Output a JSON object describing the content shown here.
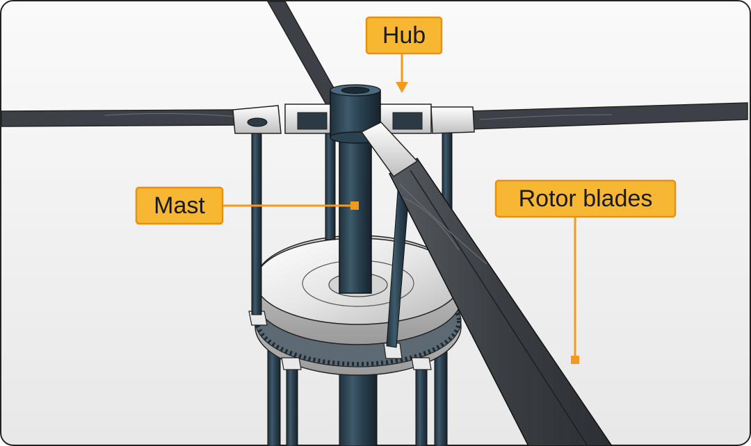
{
  "labels": {
    "hub": "Hub",
    "mast": "Mast",
    "rotor_blades": "Rotor blades"
  },
  "colors": {
    "callout_fill": "#f7b733",
    "callout_border": "#e8920c",
    "leader_line": "#f39a1e",
    "metal_dark": "#2b4150",
    "blade_dark": "#3b3f44",
    "background": "#f2f2f2"
  }
}
